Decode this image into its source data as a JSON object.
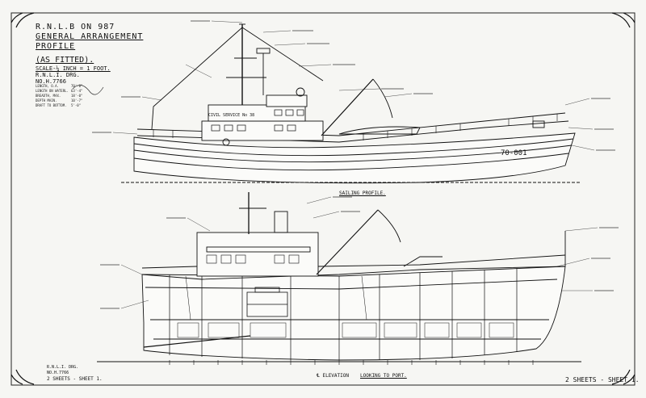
{
  "title_block": {
    "line1": "R.N.L.B  ON 987",
    "line2": "GENERAL ARRANGEMENT",
    "line3": "PROFILE",
    "fitted": "(AS FITTED).",
    "scale": "SCALE-¼ INCH = 1 FOOT.",
    "drawing_ref": "R.N.L.I. DRG.",
    "drawing_no": "NO.H.7766"
  },
  "particulars": [
    {
      "label": "LENGTH, O.A.",
      "value": "70'-0\""
    },
    {
      "label": "LENGTH ON WATERL.",
      "value": "63'-4\""
    },
    {
      "label": "BREADTH, MAX.",
      "value": "18'-0\""
    },
    {
      "label": "DEPTH MAIN.",
      "value": "10'-7\""
    },
    {
      "label": "DRAFT TO BOTTOM.",
      "value": "5'-0\""
    }
  ],
  "views": {
    "sailing_profile": "SAILING  PROFILE.",
    "elevation": "℄ ELEVATION",
    "looking": "LOOKING TO PORT."
  },
  "hull": {
    "wheelhouse_name": "CIVIL  SERVICE  No 38",
    "boat_number": "70-001"
  },
  "bottom_title": {
    "line1": "R.N.L.I. DRG.",
    "line2": "NO.H.7766",
    "sheet": "2 SHEETS - SHEET 1."
  },
  "sheet_label": "2 SHEETS - SHEET 1.",
  "centerline_symbol": "℄"
}
